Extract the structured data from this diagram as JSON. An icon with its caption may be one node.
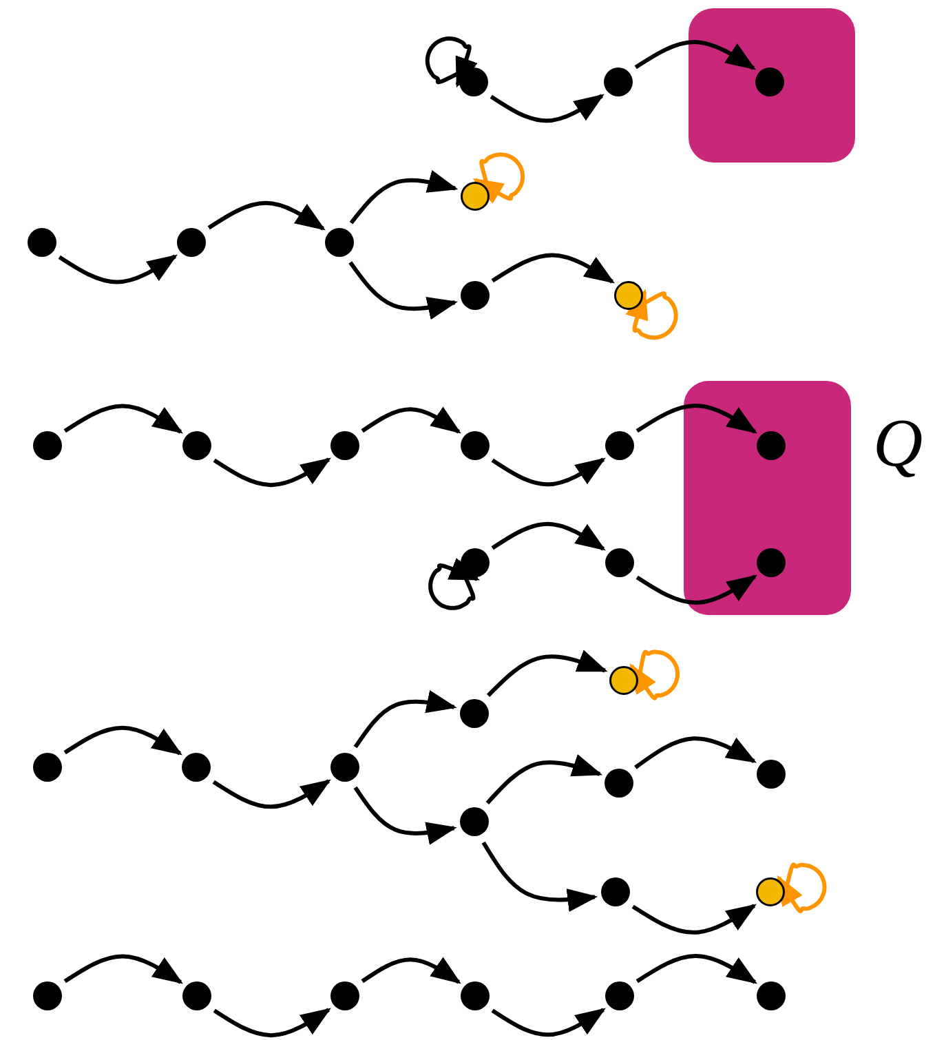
{
  "diagram": {
    "nodes": [
      {
        "text": [],
        "shape": "circle"
      },
      {
        "text": [],
        "shape": "circle"
      },
      {
        "text": [],
        "shape": "box"
      },
      {
        "text": [],
        "shape": "circle",
        "in": 2
      },
      {
        "text": [],
        "shape": "circle"
      },
      {
        "text": [],
        "shape": "circle"
      },
      {
        "text": [],
        "shape": "circle"
      },
      {
        "text": [],
        "shape": "circle"
      },
      {
        "text": [],
        "shape": "circle"
      },
      {
        "text": [],
        "shape": "circle"
      },
      {
        "text": [],
        "shape": "circle"
      },
      {
        "text": [],
        "shape": "circle"
      },
      {
        "text": [],
        "shape": "circle"
      },
      {
        "text": [],
        "shape": "circle"
      },
      {
        "text": [],
        "shape": "circle"
      },
      {
        "text": [],
        "shape": "box",
        "beside": [
          "Q"
        ]
      },
      {
        "text": [],
        "shape": "circle",
        "in": 15
      },
      {
        "text": [],
        "shape": "circle"
      },
      {
        "text": [],
        "shape": "circle"
      },
      {
        "text": [],
        "shape": "circle",
        "in": 15
      },
      {
        "text": [],
        "shape": "circle"
      },
      {
        "text": [],
        "shape": "circle"
      },
      {
        "text": [],
        "shape": "circle"
      },
      {
        "text": [],
        "shape": "circle"
      },
      {
        "text": [],
        "shape": "circle"
      },
      {
        "text": [],
        "shape": "circle"
      },
      {
        "text": [],
        "shape": "circle"
      },
      {
        "text": [],
        "shape": "circle"
      },
      {
        "text": [],
        "shape": "circle"
      },
      {
        "text": [],
        "shape": "circle"
      },
      {
        "text": [],
        "shape": "circle"
      },
      {
        "text": [],
        "shape": "circle"
      },
      {
        "text": [],
        "shape": "circle"
      },
      {
        "text": [],
        "shape": "circle"
      },
      {
        "text": [],
        "shape": "circle"
      },
      {
        "text": [],
        "shape": "circle"
      }
    ],
    "edges": [
      {
        "from": 0,
        "to": 0,
        "arrow": "to"
      },
      {
        "from": 0,
        "to": 1,
        "arrow": "to"
      },
      {
        "from": 1,
        "to": 3,
        "arrow": "to"
      },
      {
        "from": 4,
        "to": 4,
        "arrow": "to",
        "color": "#ff9500"
      },
      {
        "from": 5,
        "to": 6,
        "arrow": "to"
      },
      {
        "from": 6,
        "to": 7,
        "arrow": "to"
      },
      {
        "from": 7,
        "to": 4,
        "arrow": "to"
      },
      {
        "from": 7,
        "to": 8,
        "arrow": "to"
      },
      {
        "from": 8,
        "to": 9,
        "arrow": "to"
      },
      {
        "from": 9,
        "to": 9,
        "arrow": "to",
        "color": "#ff9500"
      },
      {
        "from": 10,
        "to": 11,
        "arrow": "to"
      },
      {
        "from": 11,
        "to": 12,
        "arrow": "to"
      },
      {
        "from": 12,
        "to": 13,
        "arrow": "to"
      },
      {
        "from": 13,
        "to": 14,
        "arrow": "to"
      },
      {
        "from": 14,
        "to": 16,
        "arrow": "to"
      },
      {
        "from": 17,
        "to": 17,
        "arrow": "to"
      },
      {
        "from": 17,
        "to": 18,
        "arrow": "to"
      },
      {
        "from": 18,
        "to": 19,
        "arrow": "to"
      },
      {
        "from": 20,
        "to": 20,
        "arrow": "to",
        "color": "#ff9500"
      },
      {
        "from": 22,
        "to": 23,
        "arrow": "to"
      },
      {
        "from": 23,
        "to": 24,
        "arrow": "to"
      },
      {
        "from": 24,
        "to": 21,
        "arrow": "to"
      },
      {
        "from": 24,
        "to": 27,
        "arrow": "to"
      },
      {
        "from": 21,
        "to": 20,
        "arrow": "to"
      },
      {
        "from": 27,
        "to": 25,
        "arrow": "to"
      },
      {
        "from": 25,
        "to": 26,
        "arrow": "to"
      },
      {
        "from": 27,
        "to": 28,
        "arrow": "to"
      },
      {
        "from": 28,
        "to": 29,
        "arrow": "to"
      },
      {
        "from": 29,
        "to": 29,
        "arrow": "to",
        "color": "#ff9500"
      },
      {
        "from": 30,
        "to": 31,
        "arrow": "to"
      },
      {
        "from": 31,
        "to": 32,
        "arrow": "to"
      },
      {
        "from": 32,
        "to": 33,
        "arrow": "to"
      },
      {
        "from": 33,
        "to": 34,
        "arrow": "to"
      },
      {
        "from": 34,
        "to": 35,
        "arrow": "to"
      }
    ]
  }
}
